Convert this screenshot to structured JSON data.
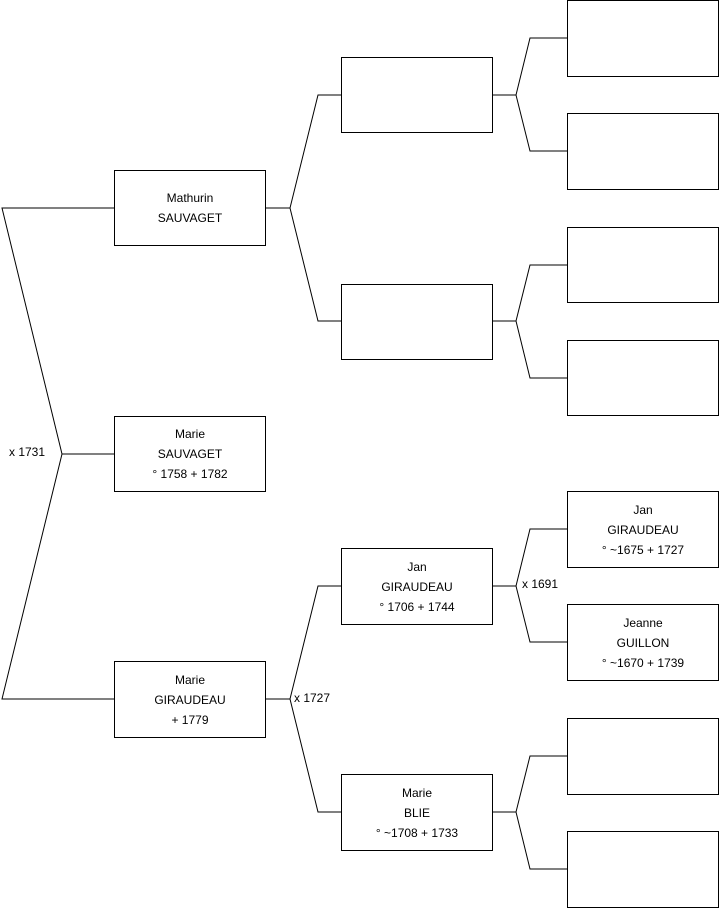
{
  "persons": {
    "root": {
      "line1": "Marie",
      "line2": "SAUVAGET",
      "line3": "° 1758 + 1782"
    },
    "father": {
      "line1": "Mathurin",
      "line2": "SAUVAGET",
      "line3": ""
    },
    "mother": {
      "line1": "Marie",
      "line2": "GIRAUDEAU",
      "line3": "+ 1779"
    },
    "ff": {
      "line1": "",
      "line2": "",
      "line3": ""
    },
    "fm": {
      "line1": "",
      "line2": "",
      "line3": ""
    },
    "mf": {
      "line1": "Jan",
      "line2": "GIRAUDEAU",
      "line3": "° 1706 + 1744"
    },
    "mm": {
      "line1": "Marie",
      "line2": "BLIE",
      "line3": "° ~1708 + 1733"
    },
    "fff": {
      "line1": "",
      "line2": "",
      "line3": ""
    },
    "ffm": {
      "line1": "",
      "line2": "",
      "line3": ""
    },
    "fmf": {
      "line1": "",
      "line2": "",
      "line3": ""
    },
    "fmm": {
      "line1": "",
      "line2": "",
      "line3": ""
    },
    "mff": {
      "line1": "Jan",
      "line2": "GIRAUDEAU",
      "line3": "° ~1675 + 1727"
    },
    "mfm": {
      "line1": "Jeanne",
      "line2": "GUILLON",
      "line3": "° ~1670 + 1739"
    },
    "mmf": {
      "line1": "",
      "line2": "",
      "line3": ""
    },
    "mmm": {
      "line1": "",
      "line2": "",
      "line3": ""
    }
  },
  "marriages": {
    "parents": "x 1731",
    "maternal_grandparents": "x 1727",
    "mf_parents": "x 1691"
  }
}
